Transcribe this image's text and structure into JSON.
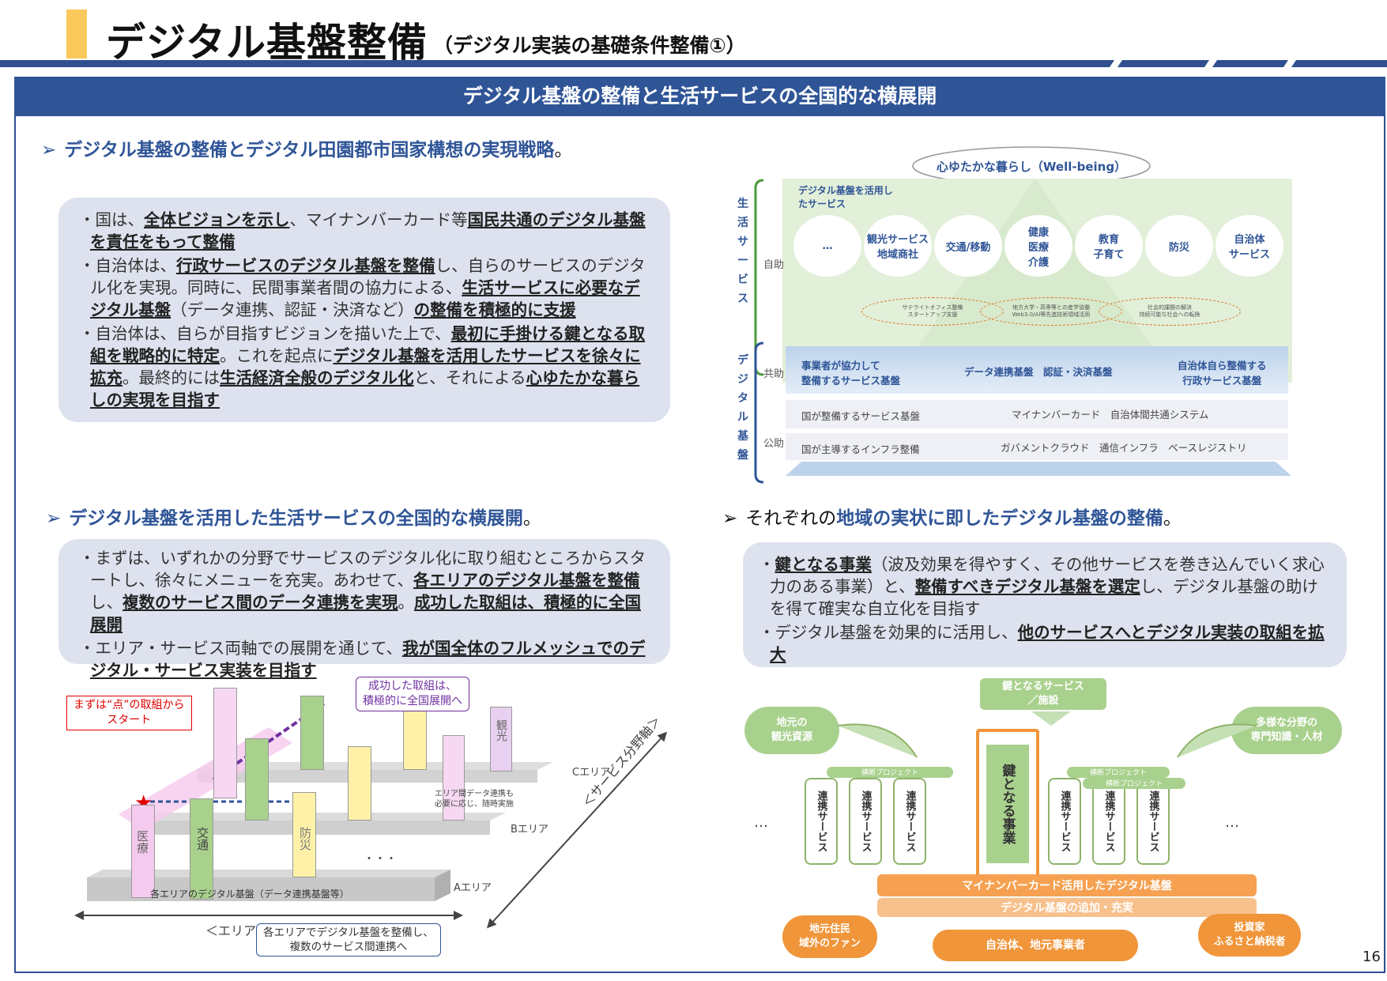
{
  "header": {
    "title": "デジタル基盤整備",
    "subtitle": "（デジタル実装の基礎条件整備①）"
  },
  "banner": "デジタル基盤の整備と生活サービスの全国的な横展開",
  "section1": {
    "heading": "デジタル基盤の整備とデジタル田園都市国家構想の実現戦略",
    "heading_end": "。",
    "bullets": [
      [
        {
          "t": "・国は、",
          "b": false
        },
        {
          "t": "全体ビジョンを示し",
          "b": true
        },
        {
          "t": "、マイナンバーカード等",
          "b": false
        },
        {
          "t": "国民共通のデジタル基盤を責任をもって整備",
          "b": true
        }
      ],
      [
        {
          "t": "・自治体は、",
          "b": false
        },
        {
          "t": "行政サービスのデジタル基盤を整備",
          "b": true
        },
        {
          "t": "し、自らのサービスのデジタル化を実現。同時に、民間事業者間の協力による、",
          "b": false
        },
        {
          "t": "生活サービスに必要なデジタル基盤",
          "b": true
        },
        {
          "t": "（データ連携、認証・決済など）",
          "b": false
        },
        {
          "t": "の整備を積極的に支援",
          "b": true
        }
      ],
      [
        {
          "t": "・自治体は、自らが目指すビジョンを描いた上で、",
          "b": false
        },
        {
          "t": "最初に手掛ける鍵となる取組を戦略的に特定",
          "b": true
        },
        {
          "t": "。これを起点に",
          "b": false
        },
        {
          "t": "デジタル基盤を活用したサービスを徐々に拡充",
          "b": true
        },
        {
          "t": "。最終的には",
          "b": false
        },
        {
          "t": "生活経済全般のデジタル化",
          "b": true
        },
        {
          "t": "と、それによる",
          "b": false
        },
        {
          "t": "心ゆたかな暮らしの実現を目指す",
          "b": true
        }
      ]
    ]
  },
  "diagram1": {
    "top_cloud": "心ゆたかな暮らし（Well-being）",
    "side_life": "生活サービス",
    "side_digital": "デジタル基盤",
    "label_jijo": "自助",
    "label_kyojo": "共助",
    "label_kojo": "公助",
    "services_title": "デジタル基盤を活用したサービス",
    "services": [
      "…",
      "観光サービス\n地域商社",
      "交通/移動",
      "健康\n医療\n介護",
      "教育\n子育て",
      "防災",
      "自治体\nサービス"
    ],
    "ovals": [
      "サテライトオフィス整備\nスタートアップ支援",
      "地方大学・高専等との産学協働\nWeb3.0/AI等先進技術領域活用",
      "社会的課題の解決\n持続可能な社会への転換"
    ],
    "kyojo_left": "事業者が協力して\n整備するサービス基盤",
    "kyojo_mid": "データ連携基盤　認証・決済基盤",
    "kyojo_right": "自治体自ら整備する\n行政サービス基盤",
    "kojo1_left": "国が整備するサービス基盤",
    "kojo1_right": "マイナンバーカード　自治体間共通システム",
    "kojo2_left": "国が主導するインフラ整備",
    "kojo2_right": "ガバメントクラウド　通信インフラ　ベースレジストリ"
  },
  "section2": {
    "heading": "デジタル基盤を活用した生活サービスの全国的な横展開",
    "heading_end": "。",
    "bullets": [
      [
        {
          "t": "・まずは、いずれかの分野でサービスのデジタル化に取り組むところからスタートし、徐々にメニューを充実。あわせて、",
          "b": false
        },
        {
          "t": "各エリアのデジタル基盤を整備",
          "b": true
        },
        {
          "t": "し、",
          "b": false
        },
        {
          "t": "複数のサービス間のデータ連携を実現",
          "b": true
        },
        {
          "t": "。",
          "b": false
        },
        {
          "t": "成功した取組は、積極的に全国展開",
          "b": true
        }
      ],
      [
        {
          "t": "・エリア・サービス両軸での展開を通じて、",
          "b": false
        },
        {
          "t": "我が国全体のフルメッシュでのデジタル・サービス実装を目指す",
          "b": true
        }
      ]
    ]
  },
  "diagram2": {
    "callout_start": "まずは“点”の取組から\nスタート",
    "callout_success": "成功した取組は、\n積極的に全国展開へ",
    "callout_bottom": "各エリアでデジタル基盤を整備し、\n複数のサービス間連携へ",
    "note_inter": "エリア間データ連携も\n必要に応じ、随時実施",
    "base_label": "各エリアのデジタル基盤（データ連携基盤等）",
    "area_a": "Aエリア",
    "area_b": "Bエリア",
    "area_c": "Cエリア",
    "axis_area": "＜エリア軸＞",
    "axis_service": "＜サービス分野軸＞",
    "bar_iryo": "医療",
    "bar_kotsu": "交通",
    "bar_bosai": "防災",
    "bar_kanko": "観光",
    "dots": "・・・"
  },
  "section3": {
    "heading_pre": "それぞれの",
    "heading": "地域の実状に即したデジタル基盤の整備",
    "heading_end": "。",
    "bullets": [
      [
        {
          "t": "・",
          "b": false
        },
        {
          "t": "鍵となる事業",
          "b": true
        },
        {
          "t": "（波及効果を得やすく、その他サービスを巻き込んでいく求心力のある事業）と、",
          "b": false
        },
        {
          "t": "整備すべきデジタル基盤を選定",
          "b": true
        },
        {
          "t": "し、デジタル基盤の助けを得て確実な自立化を目指す",
          "b": false
        }
      ],
      [
        {
          "t": "・デジタル基盤を効果的に活用し、",
          "b": false
        },
        {
          "t": "他のサービスへとデジタル実装の取組を拡大",
          "b": true
        }
      ]
    ]
  },
  "diagram3": {
    "key_service": "鍵となるサービス\n／施設",
    "local_resource": "地元の\n観光資源",
    "expertise": "多様な分野の\n専門知識・人材",
    "key_business": "鍵となる事業",
    "renkei": "連携サービス",
    "yokudan": "横断プロジェクト",
    "mynumber": "マイナンバーカード活用したデジタル基盤",
    "tsuika": "デジタル基盤の追加・充実",
    "residents": "地元住民\n域外のファン",
    "municipal": "自治体、地元事業者",
    "investors": "投資家\nふるさと納税者",
    "ellipsis": "…"
  },
  "page_number": "16"
}
